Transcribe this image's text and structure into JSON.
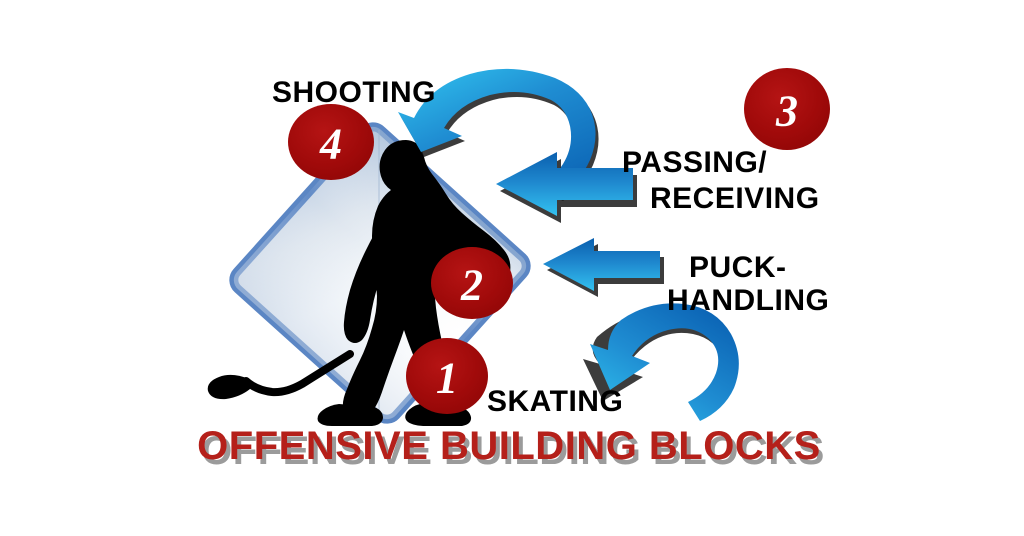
{
  "title": {
    "text": "OFFENSIVE BUILDING BLOCKS",
    "color": "#b5201a",
    "shadow_color": "#9b9b9b"
  },
  "colors": {
    "circle_fill": "#a00a0a",
    "circle_text": "#ffffff",
    "label_text": "#000000",
    "diamond_border": "#5b86c4",
    "diamond_fill_light": "#f2f5f9",
    "diamond_fill_blue": "#b7c9e0",
    "arrow_dark_blue": "#0d6fc0",
    "arrow_light_blue": "#2fb9e8",
    "player_silhouette": "#000000",
    "background": "#ffffff"
  },
  "skills": [
    {
      "number": "1",
      "label": "SKATING",
      "label_lines": [
        "SKATING"
      ],
      "arrow_type": "curved-up-left"
    },
    {
      "number": "2",
      "label": "PUCK-HANDLING",
      "label_lines": [
        "PUCK-",
        "HANDLING"
      ],
      "arrow_type": "straight-left"
    },
    {
      "number": "3",
      "label": "PASSING/RECEIVING",
      "label_lines": [
        "PASSING/",
        "RECEIVING"
      ],
      "arrow_type": "straight-left"
    },
    {
      "number": "4",
      "label": "SHOOTING",
      "label_lines": [
        "SHOOTING"
      ],
      "arrow_type": "curved-down-left"
    }
  ],
  "icons": {
    "player": "hockey-player-silhouette",
    "diamond": "blue-diamond-block"
  }
}
